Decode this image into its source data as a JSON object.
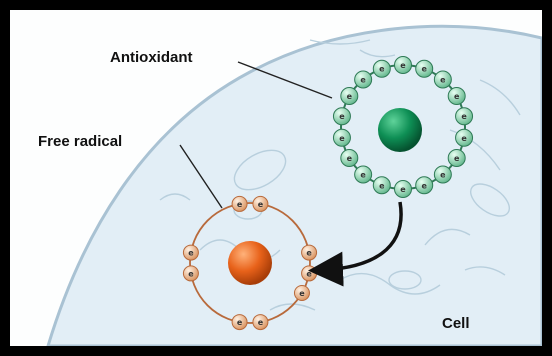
{
  "labels": {
    "antioxidant": "Antioxidant",
    "free_radical": "Free radical",
    "cell": "Cell"
  },
  "electron_glyph": "e",
  "antioxidant_electrons": 18,
  "free_radical_electrons": 9,
  "colors": {
    "cell_fill": "#e2eef6",
    "cell_stroke": "#a9c2d3",
    "antioxidant_core": "#0e8f55",
    "antioxidant_electron": "#9ad4b6",
    "antioxidant_ring": "#2f7a56",
    "free_radical_core": "#e8621a",
    "free_radical_electron": "#f2c6a2",
    "free_radical_ring": "#b86a3c",
    "arrow": "#111111"
  }
}
